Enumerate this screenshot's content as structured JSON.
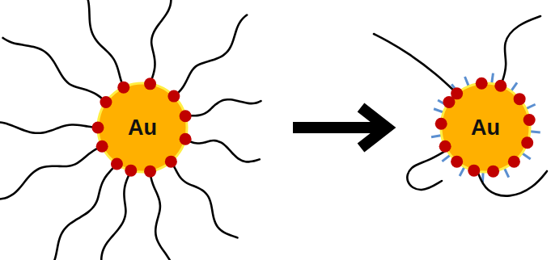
{
  "diagram": {
    "nodes": [
      {
        "text": [
          "Au"
        ]
      },
      {
        "text": [
          "Au"
        ]
      }
    ],
    "edges": [
      {
        "from": 0,
        "to": 1,
        "arrow": "to"
      }
    ]
  }
}
